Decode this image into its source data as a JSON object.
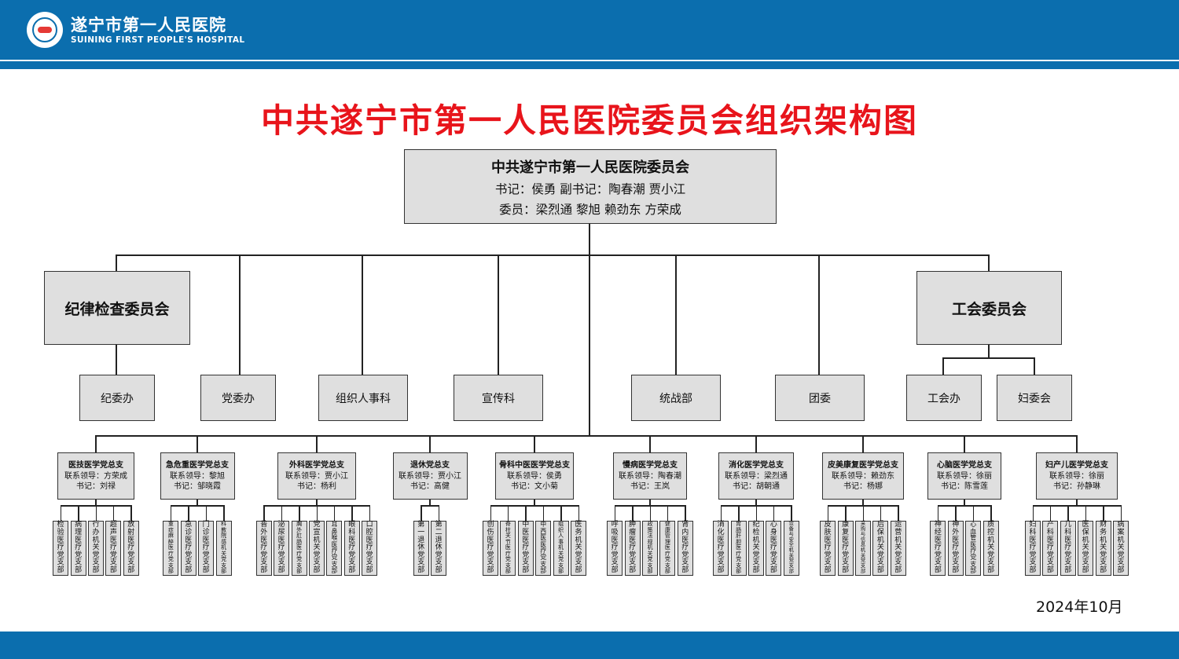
{
  "header": {
    "hospital_name_cn": "遂宁市第一人民医院",
    "hospital_name_en": "SUINING FIRST PEOPLE'S HOSPITAL",
    "colors": {
      "brand_blue": "#0b6eae",
      "title_red": "#e8141b",
      "box_fill": "#dfdfdf"
    }
  },
  "title": "中共遂宁市第一人民医院委员会组织架构图",
  "top": {
    "name": "中共遂宁市第一人民医院委员会",
    "line1": "书记：侯勇   副书记：陶春潮   贾小江",
    "line2": "委员：梁烈通  黎旭  赖劲东  方荣成"
  },
  "discipline_committee": "纪律检查委员会",
  "union_committee": "工会委员会",
  "offices": [
    "纪委办",
    "党委办",
    "组织人事科",
    "宣传科",
    "统战部",
    "团委",
    "工会办",
    "妇委会"
  ],
  "branches": [
    {
      "name": "医技医学党总支",
      "leader": "联系领导：方荣成",
      "secretary": "书记：刘禄",
      "units": [
        "检验医疗党支部",
        "病理医疗党支部",
        "行办机关党支部",
        "超声医疗党支部",
        "放射医疗党支部"
      ]
    },
    {
      "name": "急危重医学党总支",
      "leader": "联系领导：黎旭",
      "secretary": "书记：邹晓霞",
      "units": [
        "重症麻醉医疗党支部",
        "急诊医疗党支部",
        "门诊医疗党支部",
        "科教院感机关党支部"
      ]
    },
    {
      "name": "外科医学党总支",
      "leader": "联系领导：贾小江",
      "secretary": "书记：杨利",
      "units": [
        "普外医疗党支部",
        "泌尿医疗党支部",
        "胸外肛肠医疗党支部",
        "党宣机关党支部",
        "耳鼻喉医疗党支部",
        "眼科医疗党支部",
        "口腔医疗党支部"
      ]
    },
    {
      "name": "退休党总支",
      "leader": "联系领导：贾小江",
      "secretary": "书记：高健",
      "units": [
        "第一退休党支部",
        "第二退休党支部"
      ]
    },
    {
      "name": "骨科中医医学党总支",
      "leader": "联系领导：侯勇",
      "secretary": "书记：文小菊",
      "units": [
        "创伤医疗党支部",
        "脊柱关节医疗党支部",
        "中医医疗党支部",
        "中西医医疗党支部",
        "组织人事机关党支部",
        "医务机关党支部"
      ]
    },
    {
      "name": "慢病医学党总支",
      "leader": "联系领导：陶春潮",
      "secretary": "书记：王岚",
      "units": [
        "呼吸医疗党支部",
        "肿瘤医疗党支部",
        "政策法规机关党支部",
        "健康管理医疗党支部",
        "肾内医疗党支部"
      ]
    },
    {
      "name": "消化医学党总支",
      "leader": "联系领导：梁烈通",
      "secretary": "书记：胡朝通",
      "units": [
        "消化医疗党支部",
        "胃肠肝胆医疗党支部",
        "纪检机关党支部",
        "心身医疗党支部",
        "设备与安全机关党支部"
      ]
    },
    {
      "name": "皮美康复医学党总支",
      "leader": "联系领导：赖劲东",
      "secretary": "书记：杨娜",
      "units": [
        "皮肤医疗党支部",
        "康复医疗党支部",
        "采购与信息机关党支部",
        "后保机关党支部",
        "运营机关党支部"
      ]
    },
    {
      "name": "心脑医学党总支",
      "leader": "联系领导：徐丽",
      "secretary": "书记：陈雪莲",
      "units": [
        "神经医疗党支部",
        "神外医疗党支部",
        "心血管医疗党支部",
        "质控机关党支部"
      ]
    },
    {
      "name": "妇产儿医学党总支",
      "leader": "联系领导：徐丽",
      "secretary": "书记：孙静琳",
      "units": [
        "妇科医疗党支部",
        "产科医疗党支部",
        "儿科医疗党支部",
        "医保机关党支部",
        "财务机关党支部",
        "病案机关党支部"
      ]
    }
  ],
  "date": "2024年10月"
}
